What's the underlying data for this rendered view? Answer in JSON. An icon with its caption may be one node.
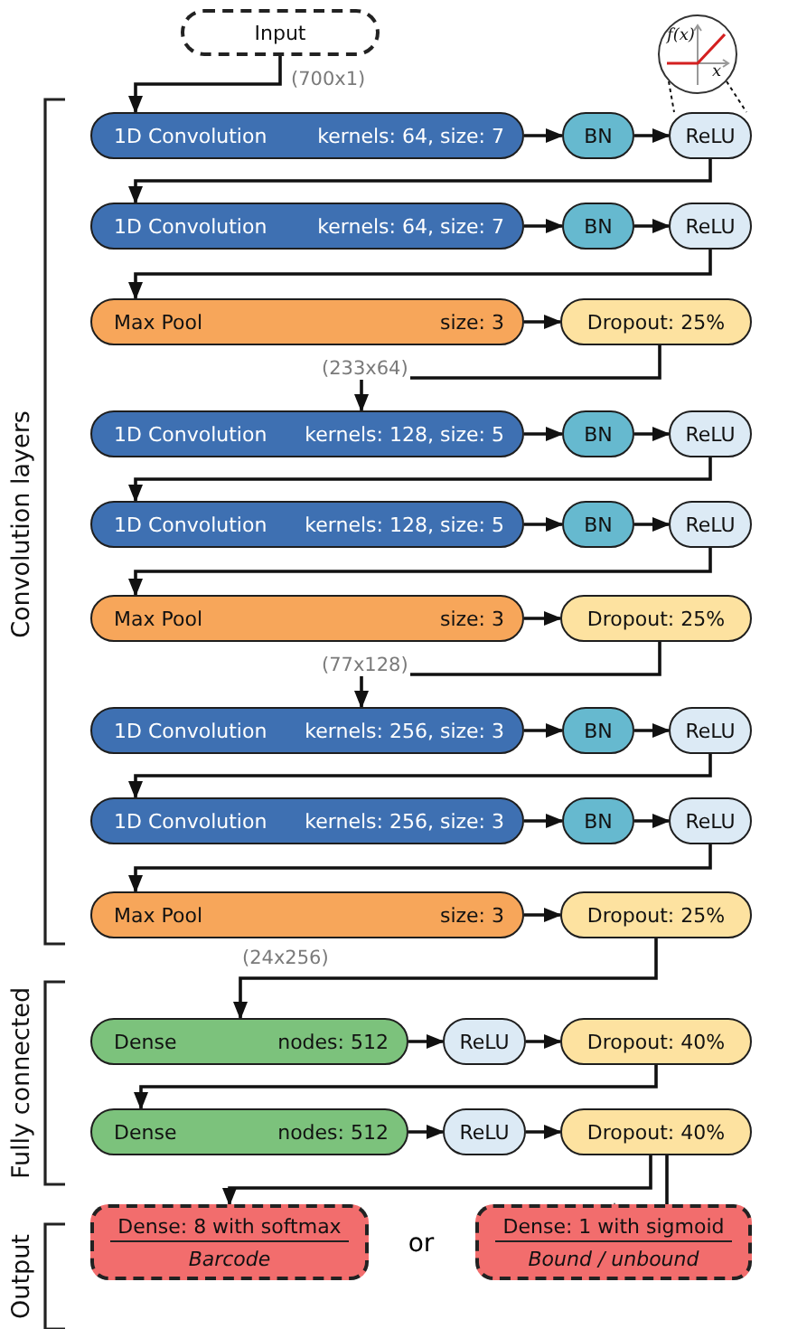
{
  "diagram": {
    "nodes": [
      {
        "text": [
          "Input"
        ]
      },
      {
        "text": [
          "1D Convolution",
          "kernels: 64,  size: 7"
        ]
      },
      {
        "text": [
          "BN"
        ]
      },
      {
        "text": [
          "ReLU"
        ]
      },
      {
        "text": [
          "1D Convolution",
          "kernels: 64,  size: 7"
        ]
      },
      {
        "text": [
          "BN"
        ]
      },
      {
        "text": [
          "ReLU"
        ]
      },
      {
        "text": [
          "Max Pool",
          "size: 3"
        ]
      },
      {
        "text": [
          "Dropout: 25%"
        ]
      },
      {
        "text": [
          "1D Convolution",
          "kernels: 128,  size: 5"
        ]
      },
      {
        "text": [
          "BN"
        ]
      },
      {
        "text": [
          "ReLU"
        ]
      },
      {
        "text": [
          "1D Convolution",
          "kernels: 128,  size: 5"
        ]
      },
      {
        "text": [
          "BN"
        ]
      },
      {
        "text": [
          "ReLU"
        ]
      },
      {
        "text": [
          "Max Pool",
          "size: 3"
        ]
      },
      {
        "text": [
          "Dropout: 25%"
        ]
      },
      {
        "text": [
          "1D Convolution",
          "kernels: 256,  size: 3"
        ]
      },
      {
        "text": [
          "BN"
        ]
      },
      {
        "text": [
          "ReLU"
        ]
      },
      {
        "text": [
          "1D Convolution",
          "kernels: 256,  size: 3"
        ]
      },
      {
        "text": [
          "BN"
        ]
      },
      {
        "text": [
          "ReLU"
        ]
      },
      {
        "text": [
          "Max Pool",
          "size: 3"
        ]
      },
      {
        "text": [
          "Dropout: 25%"
        ]
      },
      {
        "text": [
          "Dense",
          "nodes: 512"
        ]
      },
      {
        "text": [
          "ReLU"
        ]
      },
      {
        "text": [
          "Dropout: 40%"
        ]
      },
      {
        "text": [
          "Dense",
          "nodes: 512"
        ]
      },
      {
        "text": [
          "ReLU"
        ]
      },
      {
        "text": [
          "Dropout: 40%"
        ]
      },
      {
        "text": [
          "Dense: 8  with  softmax",
          "Barcode"
        ]
      },
      {
        "text": [
          "Dense: 1  with  sigmoid",
          "Bound / unbound"
        ]
      },
      {
        "text": [
          "f(x)",
          "x"
        ]
      }
    ],
    "edges": [
      {
        "from": 0,
        "to": 1,
        "arrow": "to",
        "label": "(700x1)"
      },
      {
        "from": 1,
        "to": 2,
        "arrow": "to"
      },
      {
        "from": 2,
        "to": 3,
        "arrow": "to"
      },
      {
        "from": 3,
        "to": 4,
        "arrow": "to"
      },
      {
        "from": 4,
        "to": 5,
        "arrow": "to"
      },
      {
        "from": 5,
        "to": 6,
        "arrow": "to"
      },
      {
        "from": 6,
        "to": 7,
        "arrow": "to"
      },
      {
        "from": 7,
        "to": 8,
        "arrow": "to"
      },
      {
        "from": 8,
        "to": 9,
        "arrow": "to",
        "label": "(233x64)"
      },
      {
        "from": 9,
        "to": 10,
        "arrow": "to"
      },
      {
        "from": 10,
        "to": 11,
        "arrow": "to"
      },
      {
        "from": 11,
        "to": 12,
        "arrow": "to"
      },
      {
        "from": 12,
        "to": 13,
        "arrow": "to"
      },
      {
        "from": 13,
        "to": 14,
        "arrow": "to"
      },
      {
        "from": 14,
        "to": 15,
        "arrow": "to"
      },
      {
        "from": 15,
        "to": 16,
        "arrow": "to"
      },
      {
        "from": 16,
        "to": 17,
        "arrow": "to",
        "label": "(77x128)"
      },
      {
        "from": 17,
        "to": 18,
        "arrow": "to"
      },
      {
        "from": 18,
        "to": 19,
        "arrow": "to"
      },
      {
        "from": 19,
        "to": 20,
        "arrow": "to"
      },
      {
        "from": 20,
        "to": 21,
        "arrow": "to"
      },
      {
        "from": 21,
        "to": 22,
        "arrow": "to"
      },
      {
        "from": 22,
        "to": 23,
        "arrow": "to"
      },
      {
        "from": 23,
        "to": 24,
        "arrow": "to"
      },
      {
        "from": 24,
        "to": 25,
        "arrow": "to",
        "label": "(24x256)"
      },
      {
        "from": 25,
        "to": 26,
        "arrow": "to"
      },
      {
        "from": 26,
        "to": 27,
        "arrow": "to"
      },
      {
        "from": 27,
        "to": 28,
        "arrow": "to"
      },
      {
        "from": 28,
        "to": 29,
        "arrow": "to"
      },
      {
        "from": 29,
        "to": 30,
        "arrow": "to"
      },
      {
        "from": 30,
        "to": 31,
        "arrow": "to"
      },
      {
        "from": 30,
        "to": 32,
        "arrow": "to"
      },
      {
        "from": 33,
        "to": 3,
        "arrow": "none",
        "style": "dashed"
      }
    ],
    "labels": [
      "Convolution layers",
      "Fully connected",
      "Output",
      "or"
    ]
  }
}
